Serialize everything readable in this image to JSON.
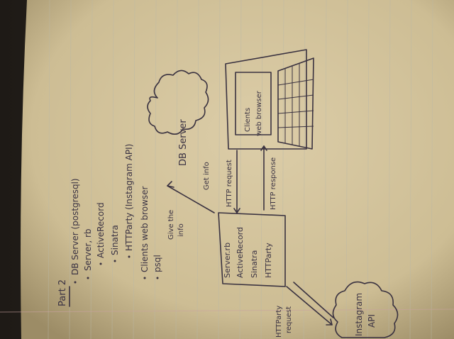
{
  "notes": {
    "heading": "Part 2",
    "items": [
      "DB Server (postgresql)",
      "Server, rb",
      "ActiveRecord",
      "Sinatra",
      "HTTParty (Instagram API)",
      "Clients web browser",
      "psql"
    ]
  },
  "diagram": {
    "db_server": "DB Server",
    "clients_browser_line1": "Clients",
    "clients_browser_line2": "web browser",
    "server_box": [
      "Server.rb",
      "ActiveRecord",
      "Sinatra",
      "HTTParty"
    ],
    "arrow_give_info_1": "Give the",
    "arrow_give_info_2": "info",
    "arrow_get_info": "Get info",
    "arrow_http_request": "HTTP request",
    "arrow_http_response": "HTTP response",
    "arrow_httparty_1": "HTTParty",
    "arrow_httparty_2": "request",
    "instagram_1": "Instagram",
    "instagram_2": "API"
  },
  "colors": {
    "paper": "#d6c69f",
    "ink": "#3a3240",
    "background": "#2a2620"
  }
}
